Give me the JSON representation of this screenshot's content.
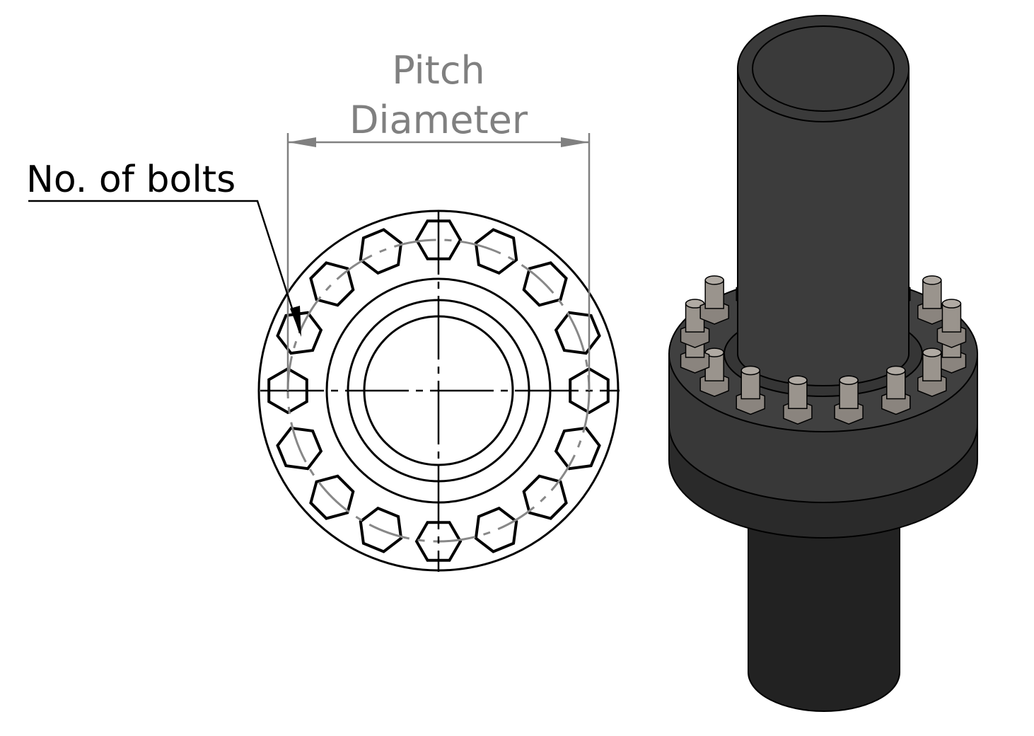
{
  "labels": {
    "pitch_line1": "Pitch",
    "pitch_line2": "Diameter",
    "bolts": "No. of bolts"
  },
  "diagram": {
    "bolt_count": 16
  },
  "colors": {
    "line": "#000000",
    "dimension": "#808080",
    "pipe": "#3a3a3a",
    "pipe_dark": "#222222",
    "bolt": "#8a847e"
  }
}
